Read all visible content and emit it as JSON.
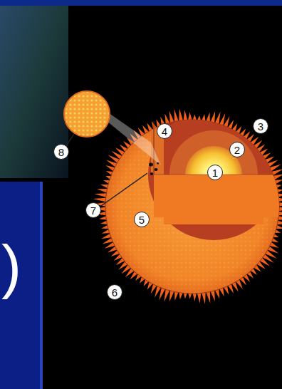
{
  "diagram": {
    "labels": [
      "1",
      "2",
      "3",
      "4",
      "5",
      "6",
      "7",
      "8",
      ")"
    ]
  }
}
